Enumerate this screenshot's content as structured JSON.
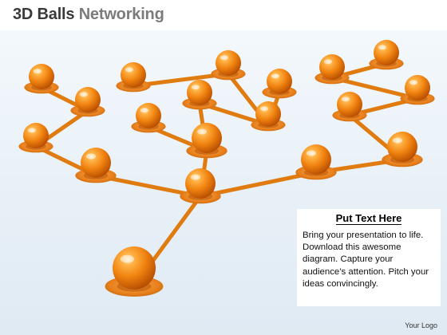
{
  "title": {
    "main": "3D Balls",
    "sub": "Networking"
  },
  "panel": {
    "heading": "Put Text Here",
    "body": "Bring your presentation to life. Download this awesome diagram. Capture your audience’s attention. Pitch your ideas convincingly."
  },
  "footer": {
    "logo": "Your Logo"
  },
  "colors": {
    "ball": "#f08a1a",
    "ball_light": "#ffd08a",
    "ball_dark": "#b84f00",
    "connector": "#e07b10",
    "base": "#e8801c"
  },
  "diagram": {
    "nodes": [
      {
        "id": "root",
        "size": "large"
      },
      {
        "id": "hub",
        "size": "medium"
      },
      {
        "id": "left-1",
        "size": "medium"
      },
      {
        "id": "left-2",
        "size": "small"
      },
      {
        "id": "left-3",
        "size": "small"
      },
      {
        "id": "left-4",
        "size": "small"
      },
      {
        "id": "mid-1",
        "size": "medium"
      },
      {
        "id": "mid-2",
        "size": "small"
      },
      {
        "id": "mid-3",
        "size": "small"
      },
      {
        "id": "mid-4",
        "size": "small"
      },
      {
        "id": "mid-5",
        "size": "small"
      },
      {
        "id": "mid-6",
        "size": "small"
      },
      {
        "id": "mid-7",
        "size": "small"
      },
      {
        "id": "right-1",
        "size": "medium"
      },
      {
        "id": "right-2",
        "size": "medium"
      },
      {
        "id": "right-3",
        "size": "small"
      },
      {
        "id": "right-4",
        "size": "small"
      },
      {
        "id": "right-5",
        "size": "small"
      },
      {
        "id": "right-6",
        "size": "small"
      }
    ],
    "edges": [
      [
        "root",
        "hub"
      ],
      [
        "hub",
        "left-1"
      ],
      [
        "hub",
        "mid-1"
      ],
      [
        "hub",
        "right-1"
      ],
      [
        "left-1",
        "left-2"
      ],
      [
        "left-2",
        "left-3"
      ],
      [
        "left-3",
        "left-4"
      ],
      [
        "mid-1",
        "mid-2"
      ],
      [
        "mid-1",
        "mid-3"
      ],
      [
        "mid-3",
        "mid-4"
      ],
      [
        "mid-4",
        "mid-5"
      ],
      [
        "mid-4",
        "mid-6"
      ],
      [
        "mid-6",
        "mid-7"
      ],
      [
        "right-1",
        "right-2"
      ],
      [
        "right-2",
        "right-3"
      ],
      [
        "right-3",
        "right-4"
      ],
      [
        "right-4",
        "right-5"
      ],
      [
        "right-5",
        "right-6"
      ]
    ]
  }
}
